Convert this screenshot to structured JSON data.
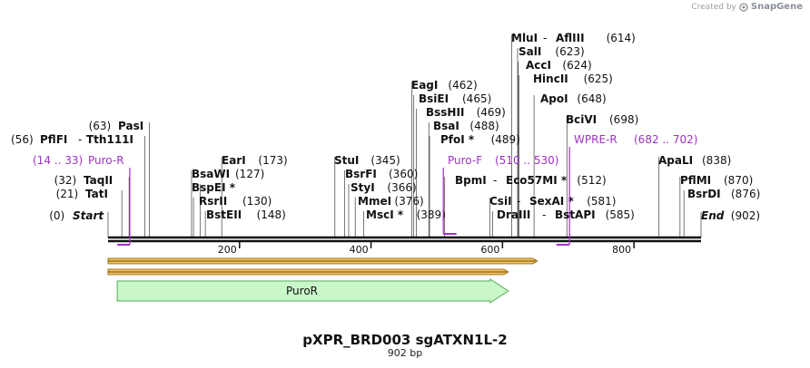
{
  "credit": {
    "prefix": "Created by",
    "brand": "SnapGene"
  },
  "map": {
    "title": "pXPR_BRD003 sgATXN1L-2",
    "length_label": "902 bp",
    "length": 902,
    "ticks": [
      {
        "pos": 200,
        "label": "200"
      },
      {
        "pos": 400,
        "label": "400"
      },
      {
        "pos": 600,
        "label": "600"
      },
      {
        "pos": 800,
        "label": "800"
      }
    ],
    "sites": [
      {
        "id": "start",
        "name": "Start",
        "pos": "(0)",
        "bp": 0,
        "side": "right",
        "italic": true
      },
      {
        "id": "tati",
        "name": "TatI",
        "pos": "(21)",
        "bp": 21,
        "side": "right"
      },
      {
        "id": "taqii",
        "name": "TaqII",
        "pos": "(32)",
        "bp": 32,
        "side": "right"
      },
      {
        "id": "pflfi",
        "name": "PflFI",
        "alt": "Tth111I",
        "pos": "(56)",
        "bp": 56,
        "side": "right"
      },
      {
        "id": "pasi",
        "name": "PasI",
        "pos": "(63)",
        "bp": 63,
        "side": "right"
      },
      {
        "id": "bsawi",
        "name": "BsaWI",
        "pos": "(127)",
        "bp": 127,
        "side": "left"
      },
      {
        "id": "rsrii",
        "name": "RsrII",
        "pos": "(130)",
        "bp": 130,
        "side": "left"
      },
      {
        "id": "bspei",
        "name": "BspEI *",
        "bp": 140,
        "side": "left"
      },
      {
        "id": "bsteii",
        "name": "BstEII",
        "pos": "(148)",
        "bp": 148,
        "side": "left"
      },
      {
        "id": "eari",
        "name": "EarI",
        "pos": "(173)",
        "bp": 173,
        "side": "left"
      },
      {
        "id": "stui",
        "name": "StuI",
        "pos": "(345)",
        "bp": 345,
        "side": "left"
      },
      {
        "id": "bsrfi",
        "name": "BsrFI",
        "pos": "(360)",
        "bp": 360,
        "side": "left"
      },
      {
        "id": "styi",
        "name": "StyI",
        "pos": "(366)",
        "bp": 366,
        "side": "left"
      },
      {
        "id": "mmei",
        "name": "MmeI",
        "pos": "(376)",
        "bp": 376,
        "side": "left"
      },
      {
        "id": "msci",
        "name": "MscI *",
        "pos": "(389)",
        "bp": 389,
        "side": "left"
      },
      {
        "id": "eagi",
        "name": "EagI",
        "pos": "(462)",
        "bp": 462,
        "side": "left"
      },
      {
        "id": "bsiei",
        "name": "BsiEI",
        "pos": "(465)",
        "bp": 465,
        "side": "left"
      },
      {
        "id": "bsshii",
        "name": "BssHII",
        "pos": "(469)",
        "bp": 469,
        "side": "left"
      },
      {
        "id": "bsai",
        "name": "BsaI",
        "pos": "(488)",
        "bp": 488,
        "side": "left"
      },
      {
        "id": "pfoi",
        "name": "PfoI *",
        "pos": "(489)",
        "bp": 489,
        "side": "left"
      },
      {
        "id": "bpmi",
        "name": "BpmI",
        "alt": "Eco57MI *",
        "pos": "(512)",
        "bp": 512,
        "side": "left"
      },
      {
        "id": "csii",
        "name": "CsiI",
        "alt": "SexAI *",
        "pos": "(581)",
        "bp": 581,
        "side": "left"
      },
      {
        "id": "draiii",
        "name": "DraIII",
        "alt": "BstAPI",
        "pos": "(585)",
        "bp": 585,
        "side": "left"
      },
      {
        "id": "mlui",
        "name": "MluI",
        "alt": "AflIII",
        "pos": "(614)",
        "bp": 614,
        "side": "left"
      },
      {
        "id": "sali",
        "name": "SalI",
        "pos": "(623)",
        "bp": 623,
        "side": "left"
      },
      {
        "id": "acci",
        "name": "AccI",
        "pos": "(624)",
        "bp": 624,
        "side": "left"
      },
      {
        "id": "hincii",
        "name": "HincII",
        "pos": "(625)",
        "bp": 625,
        "side": "left"
      },
      {
        "id": "apoi",
        "name": "ApoI",
        "pos": "(648)",
        "bp": 648,
        "side": "left"
      },
      {
        "id": "bcivi",
        "name": "BciVI",
        "pos": "(698)",
        "bp": 698,
        "side": "left"
      },
      {
        "id": "apali",
        "name": "ApaLI",
        "pos": "(838)",
        "bp": 838,
        "side": "left"
      },
      {
        "id": "pflmi",
        "name": "PflMI",
        "pos": "(870)",
        "bp": 870,
        "side": "left"
      },
      {
        "id": "bsrdi",
        "name": "BsrDI",
        "pos": "(876)",
        "bp": 876,
        "side": "left"
      },
      {
        "id": "end",
        "name": "End",
        "pos": "(902)",
        "bp": 902,
        "side": "left",
        "italic": true
      }
    ],
    "primers": [
      {
        "id": "puro-r",
        "name": "Puro-R",
        "range": "(14 .. 33)",
        "from": 14,
        "to": 33,
        "dir": "rev"
      },
      {
        "id": "puro-f",
        "name": "Puro-F",
        "range": "(510 .. 530)",
        "from": 510,
        "to": 530,
        "dir": "fwd"
      },
      {
        "id": "wpre-r",
        "name": "WPRE-R",
        "range": "(682 .. 702)",
        "from": 682,
        "to": 702,
        "dir": "rev"
      }
    ],
    "features": [
      {
        "id": "puror",
        "name": "PuroR",
        "from": 14,
        "to": 609,
        "dir": "fwd",
        "color": "#c9f7c9",
        "stroke": "#55aa55"
      }
    ],
    "orfs": [
      {
        "id": "orf1",
        "from": 0,
        "to": 653
      },
      {
        "id": "orf2",
        "from": 0,
        "to": 609
      }
    ],
    "colors": {
      "primer": "#a031c8",
      "orf_fill": "#f2c25a",
      "orf_stroke": "#8a5a00",
      "backbone": "#111111",
      "text": "#111111"
    }
  }
}
